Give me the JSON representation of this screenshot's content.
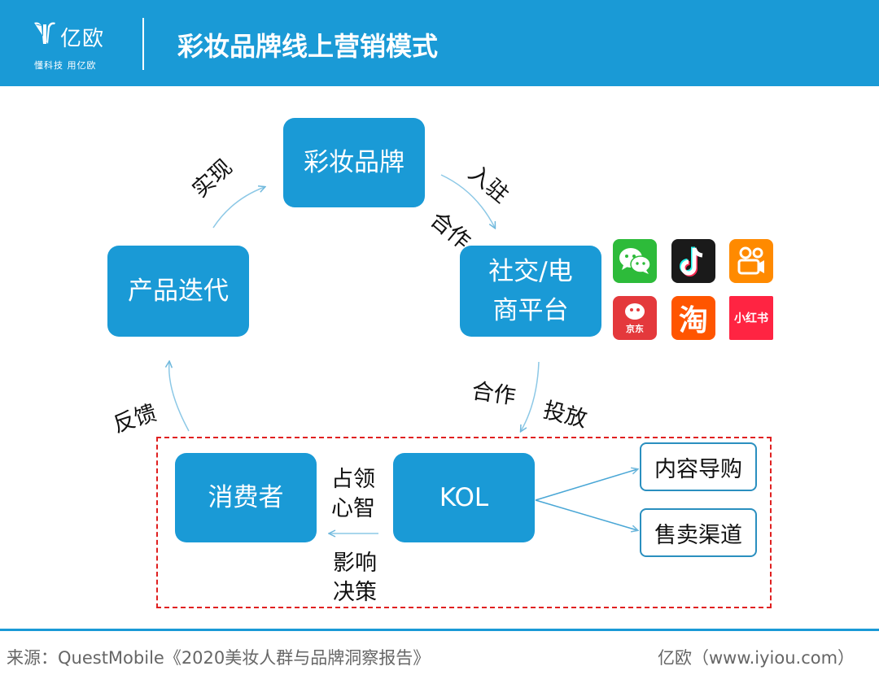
{
  "header": {
    "logo_name": "亿欧",
    "logo_slogan": "懂科技 用亿欧",
    "title": "彩妆品牌线上营销模式"
  },
  "nodes": {
    "brand": "彩妆品牌",
    "platform_line1": "社交/电",
    "platform_line2": "商平台",
    "iteration": "产品迭代",
    "consumer": "消费者",
    "kol": "KOL"
  },
  "edge_labels": {
    "realize": "实现",
    "settle_in": "入驻",
    "cooperate_1": "合作",
    "cooperate_2": "合作",
    "deliver": "投放",
    "feedback": "反馈",
    "mindshare_1": "占领",
    "mindshare_2": "心智",
    "influence_1": "影响",
    "influence_2": "决策"
  },
  "outputs": {
    "content_shopping": "内容导购",
    "sales_channel": "售卖渠道"
  },
  "platform_apps": [
    {
      "name": "wechat-icon",
      "color": "#2dbb3a"
    },
    {
      "name": "douyin-icon",
      "color": "#1a1a1a"
    },
    {
      "name": "kuaishou-icon",
      "color": "#ff8a00"
    },
    {
      "name": "jd-icon",
      "label": "京东",
      "color": "#e4393c"
    },
    {
      "name": "taobao-icon",
      "label": "淘",
      "color": "#ff5500"
    },
    {
      "name": "xiaohongshu-icon",
      "label": "小红书",
      "color": "#ff2442"
    }
  ],
  "footer": {
    "source": "来源：QuestMobile《2020美妆人群与品牌洞察报告》",
    "credit": "亿欧（www.iyiou.com）"
  },
  "colors": {
    "accent": "#1a9ad6",
    "dashed_border": "#e02020",
    "arrow": "#6fb8dc"
  }
}
